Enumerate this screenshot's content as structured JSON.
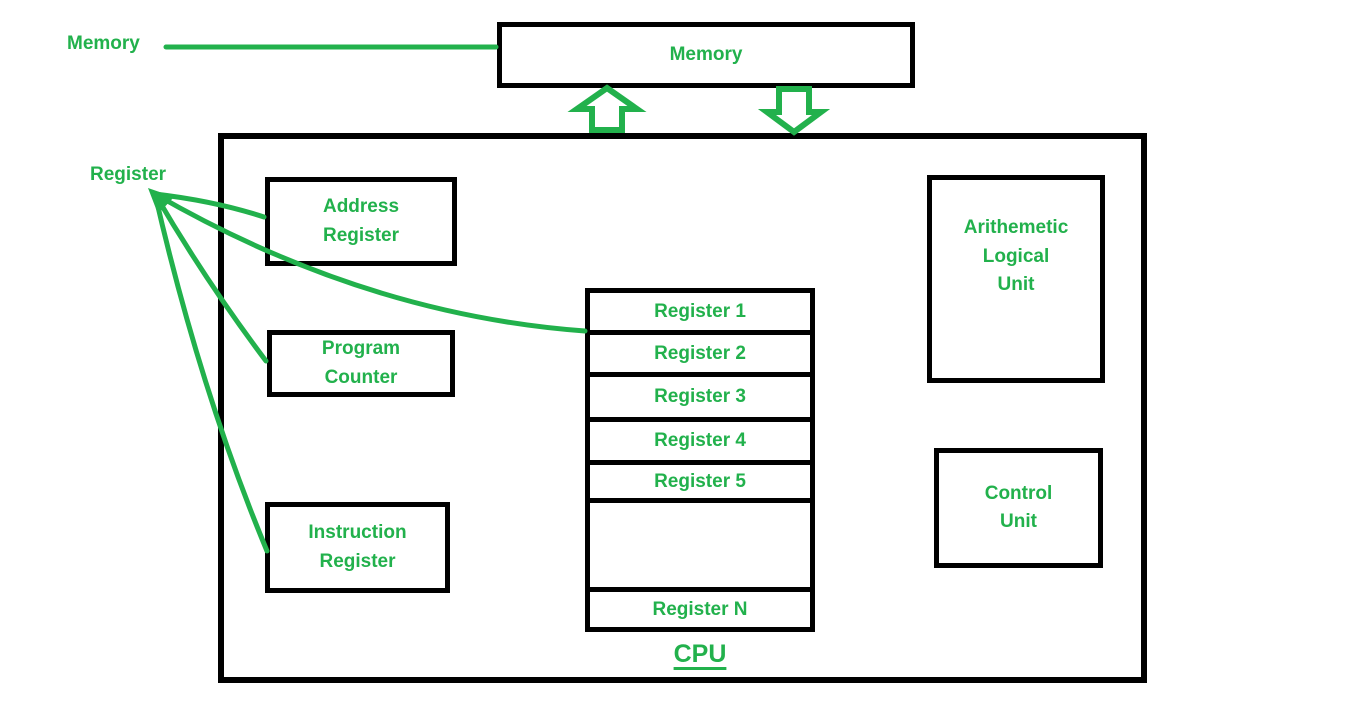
{
  "colors": {
    "green": "#22b14c",
    "black": "#000000",
    "background": "#ffffff"
  },
  "pointer_labels": {
    "memory": "Memory",
    "register": "Register"
  },
  "memory_box": {
    "label": "Memory"
  },
  "cpu_box": {
    "caption": "CPU"
  },
  "boxes": {
    "address_register": {
      "lines": [
        "Address",
        "Register"
      ]
    },
    "program_counter": {
      "lines": [
        "Program",
        "Counter"
      ]
    },
    "instruction_register": {
      "lines": [
        "Instruction",
        "Register"
      ]
    },
    "arithmetic_logical_unit": {
      "lines": [
        "Arithemetic",
        "Logical",
        "Unit"
      ]
    },
    "control_unit": {
      "lines": [
        "Control",
        "Unit"
      ]
    }
  },
  "register_stack": {
    "rows": [
      "Register 1",
      "Register 2",
      "Register 3",
      "Register 4",
      "Register 5",
      "",
      "Register N"
    ]
  },
  "icons": {
    "up_block_arrow": "memory-to-cpu-up-arrow",
    "down_block_arrow": "memory-to-cpu-down-arrow",
    "register_arrowhead": "register-pointer-arrowhead"
  }
}
